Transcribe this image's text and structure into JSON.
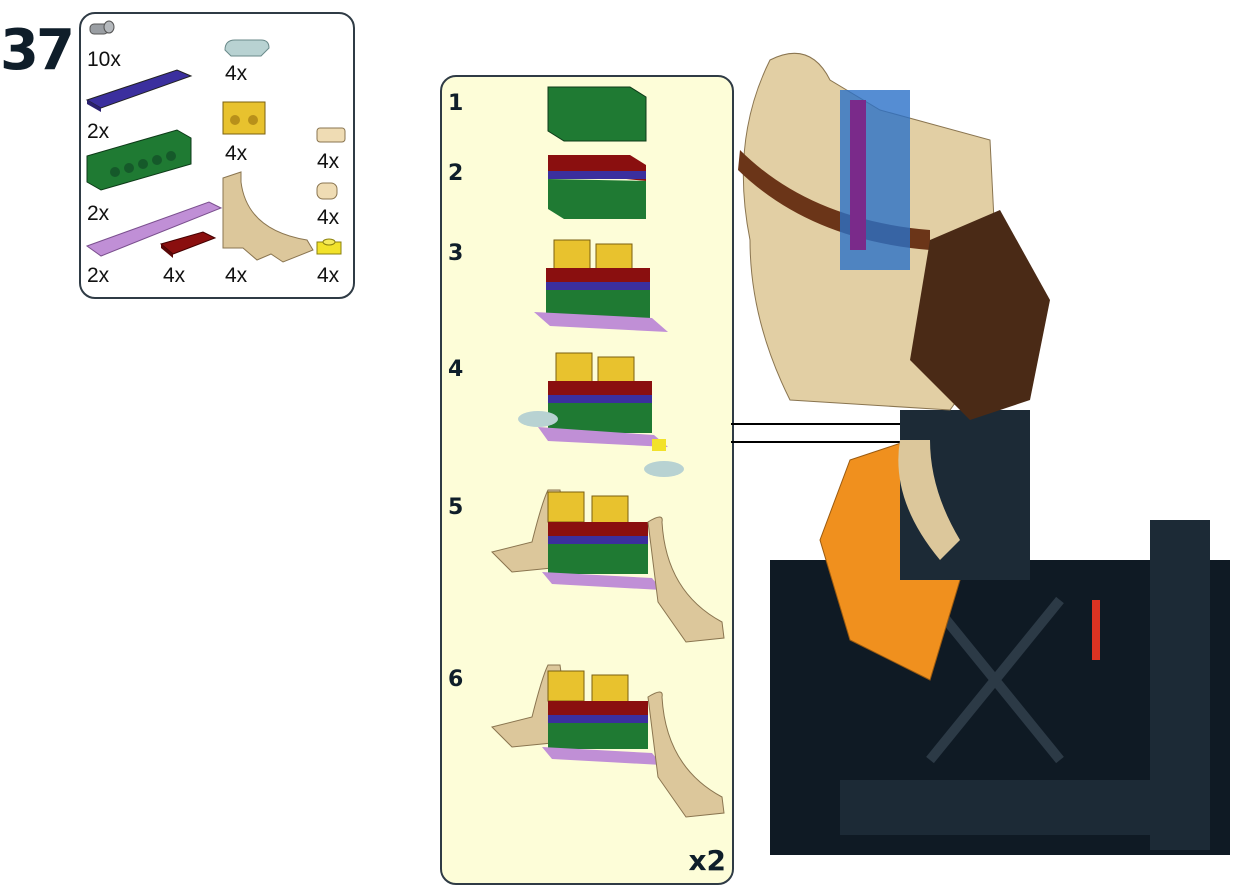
{
  "step": {
    "number": "37"
  },
  "parts_list": [
    {
      "name": "axle-pin",
      "qty": "10x",
      "color": "#9a9ea3"
    },
    {
      "name": "plate-1x6-blue",
      "qty": "2x",
      "color": "#3b2f9e"
    },
    {
      "name": "technic-brick-1x6-green",
      "qty": "2x",
      "color": "#1f7a33"
    },
    {
      "name": "plate-1x8-lavender",
      "qty": "2x",
      "color": "#c08fd6"
    },
    {
      "name": "plate-1x2-dark-red",
      "qty": "4x",
      "color": "#8a0f0f"
    },
    {
      "name": "plate-rounded-light-aqua",
      "qty": "4x",
      "color": "#b8d2d2"
    },
    {
      "name": "technic-brick-1x2-yellow",
      "qty": "4x",
      "color": "#e8c22e"
    },
    {
      "name": "arch-tan",
      "qty": "4x",
      "color": "#dcc79b"
    },
    {
      "name": "tile-1x1-tan",
      "qty": "4x",
      "color": "#efdcb4"
    },
    {
      "name": "round-brick-tan",
      "qty": "4x",
      "color": "#efdcb4"
    },
    {
      "name": "plate-1x1-yellow",
      "qty": "4x",
      "color": "#f2e22a"
    }
  ],
  "substeps": [
    {
      "label": "1"
    },
    {
      "label": "2"
    },
    {
      "label": "3"
    },
    {
      "label": "4"
    },
    {
      "label": "5"
    },
    {
      "label": "6"
    }
  ],
  "multiplier": "x2"
}
